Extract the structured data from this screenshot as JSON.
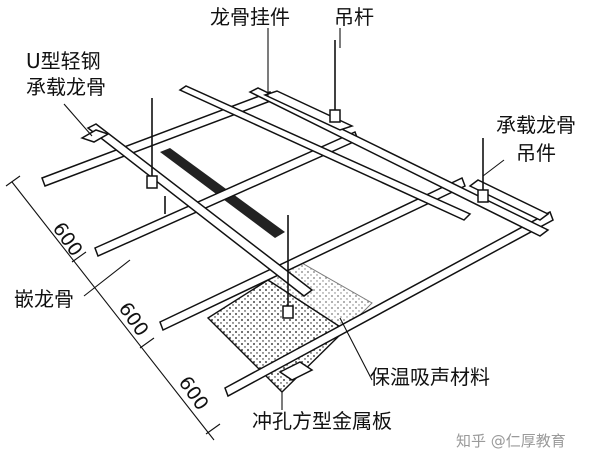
{
  "labels": {
    "keel_hanger": "龙骨挂件",
    "hanger_rod": "吊杆",
    "u_steel_line1": "U型轻钢",
    "u_steel_line2": "承载龙骨",
    "carrier_hanger_line1": "承载龙骨",
    "carrier_hanger_line2": "吊件",
    "embedded_keel": "嵌龙骨",
    "insulation": "保温吸声材料",
    "perforated_panel": "冲孔方型金属板"
  },
  "dimensions": [
    "600",
    "600",
    "600"
  ],
  "watermark": "知乎 @仁厚教育",
  "colors": {
    "ink": "#111111",
    "background": "#ffffff",
    "watermark": "#9a9a9a"
  }
}
